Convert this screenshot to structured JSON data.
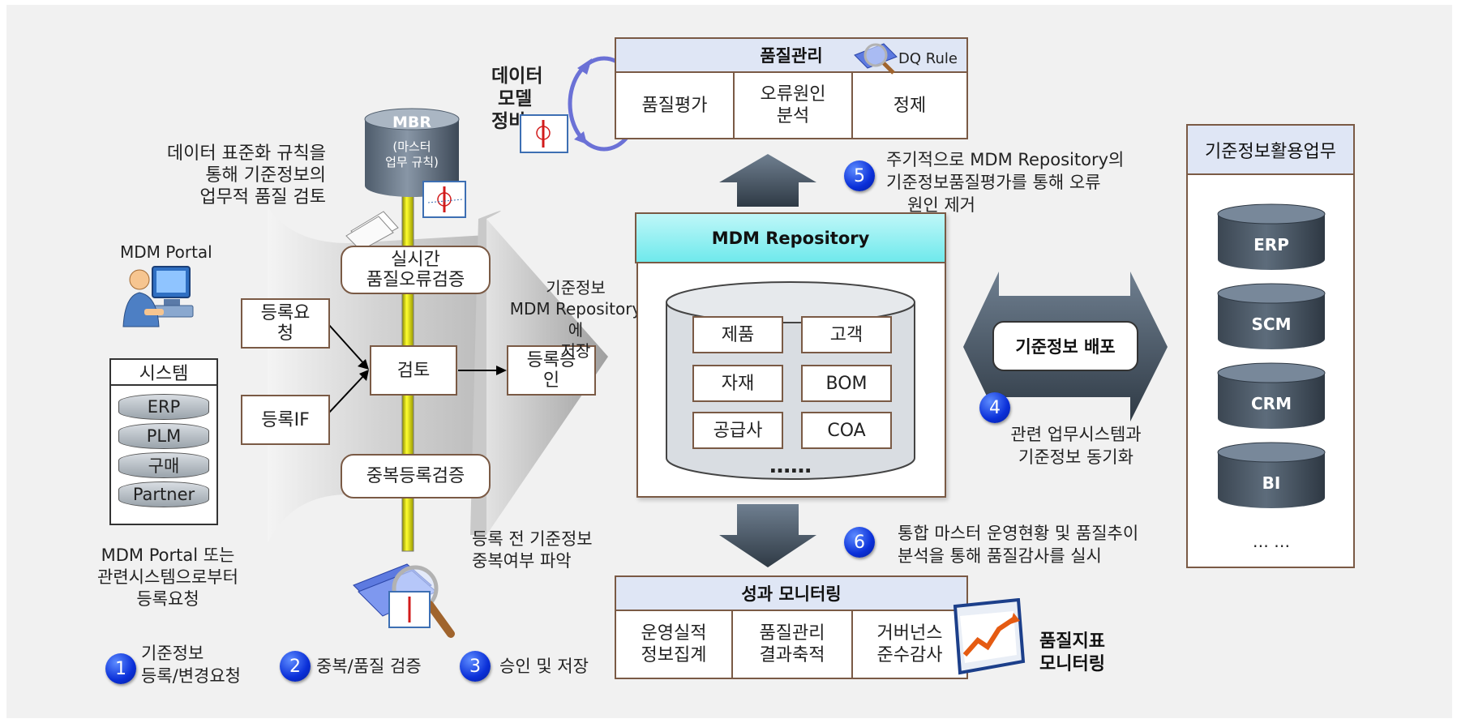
{
  "left": {
    "standardization_note": [
      "데이터 표준화 규칙을",
      "통해 기준정보의",
      "업무적 품질 검토"
    ],
    "mdm_portal_label": "MDM Portal",
    "system_title": "시스템",
    "system_items": [
      "ERP",
      "PLM",
      "구매",
      "Partner"
    ],
    "request_note": [
      "MDM Portal 또는",
      "관련시스템으로부터",
      "등록요청"
    ]
  },
  "mbr": {
    "title": "MBR",
    "sub1": "(마스터",
    "sub2": "업무 규칙)"
  },
  "flow": {
    "realtime_check": [
      "실시간",
      "품질오류검증"
    ],
    "reg_request": [
      "등록요",
      "청"
    ],
    "reg_if": "등록IF",
    "review": "검토",
    "approve": [
      "등록승",
      "인"
    ],
    "dup_check": "중복등록검증",
    "store_note": [
      "기준정보",
      "MDM Repository에",
      "저장"
    ],
    "dup_note": [
      "등록 전 기준정보",
      "중복여부 파악"
    ]
  },
  "model": {
    "label": [
      "데이터",
      "모델",
      "정비"
    ]
  },
  "quality": {
    "title": "품질관리",
    "dq_rule": "DQ Rule",
    "cells": [
      [
        "품질평가"
      ],
      [
        "오류원인",
        "분석"
      ],
      [
        "정제"
      ]
    ]
  },
  "repository": {
    "title": "MDM Repository",
    "items": [
      "제품",
      "고객",
      "자재",
      "BOM",
      "공급사",
      "COA"
    ],
    "more": "……"
  },
  "distribute": {
    "label": "기준정보 배포"
  },
  "utilization": {
    "title": "기준정보활용업무",
    "systems": [
      "ERP",
      "SCM",
      "CRM",
      "BI"
    ],
    "more": "… …"
  },
  "notes": {
    "n5": [
      "주기적으로 MDM Repository의",
      "기준정보품질평가를 통해 오류",
      "원인 제거"
    ],
    "n4": [
      "관련 업무시스템과",
      "기준정보 동기화"
    ],
    "n6": [
      "통합 마스터 운영현황 및 품질추이",
      "분석을 통해 품질감사를 실시"
    ]
  },
  "monitoring": {
    "title": "성과 모니터링",
    "cells": [
      [
        "운영실적",
        "정보집계"
      ],
      [
        "품질관리",
        "결과축적"
      ],
      [
        "거버넌스",
        "준수감사"
      ]
    ],
    "kpi_label": [
      "품질지표",
      "모니터링"
    ]
  },
  "steps": [
    {
      "num": "1",
      "text": [
        "기준정보",
        "등록/변경요청"
      ]
    },
    {
      "num": "2",
      "text": [
        "중복/품질 검증"
      ]
    },
    {
      "num": "3",
      "text": [
        "승인 및 저장"
      ]
    },
    {
      "num": "4"
    },
    {
      "num": "5"
    },
    {
      "num": "6"
    }
  ],
  "colors": {
    "step_blue": "#0a2fd8",
    "header_blue": "#dfe6f5",
    "repo_cyan": "#7eeef0",
    "dark_cyl": "#3d4a57"
  }
}
